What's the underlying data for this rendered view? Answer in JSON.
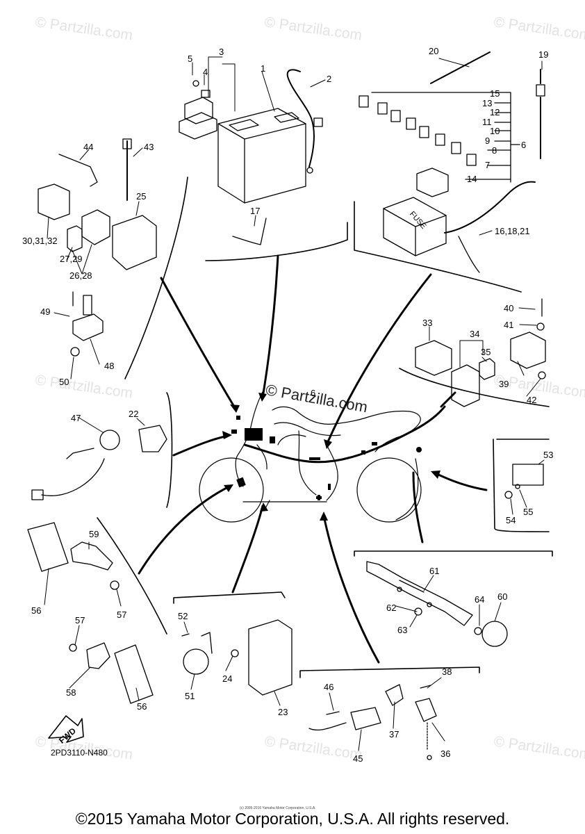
{
  "watermark": "© Partzilla.com",
  "center_watermark": "© Partzilla.com",
  "fuse_box_label": "FUSE",
  "fwd_label": "FWD",
  "diagram_code": "2PD3110-N480",
  "tiny_copyright": "(c) 2005-2016 Yamaha Motor Corporation, U.S.A.",
  "footer": "©2015 Yamaha Motor Corporation, U.S.A. All rights reserved.",
  "callouts": {
    "c1": "1",
    "c2": "2",
    "c3": "3",
    "c4": "4",
    "c5": "5",
    "c6a": "6",
    "c6b": "6",
    "c7": "7",
    "c8": "8",
    "c9": "9",
    "c10": "10",
    "c11": "11",
    "c12": "12",
    "c13": "13",
    "c14": "14",
    "c15": "15",
    "c16": "16,18,21",
    "c17": "17",
    "c19": "19",
    "c20": "20",
    "c22": "22",
    "c23": "23",
    "c24": "24",
    "c25": "25",
    "c26": "26,28",
    "c27": "27,29",
    "c30": "30,31,32",
    "c33": "33",
    "c34": "34",
    "c35": "35",
    "c36": "36",
    "c37": "37",
    "c38": "38",
    "c39": "39",
    "c40": "40",
    "c41": "41",
    "c42": "42",
    "c43": "43",
    "c44": "44",
    "c45": "45",
    "c46": "46",
    "c47": "47",
    "c48": "48",
    "c49": "49",
    "c50": "50",
    "c51": "51",
    "c52": "52",
    "c53": "53",
    "c54": "54",
    "c55": "55",
    "c56a": "56",
    "c56b": "56",
    "c57a": "57",
    "c57b": "57",
    "c58": "58",
    "c59": "59",
    "c60": "60",
    "c61": "61",
    "c62": "62",
    "c63": "63",
    "c64": "64"
  }
}
